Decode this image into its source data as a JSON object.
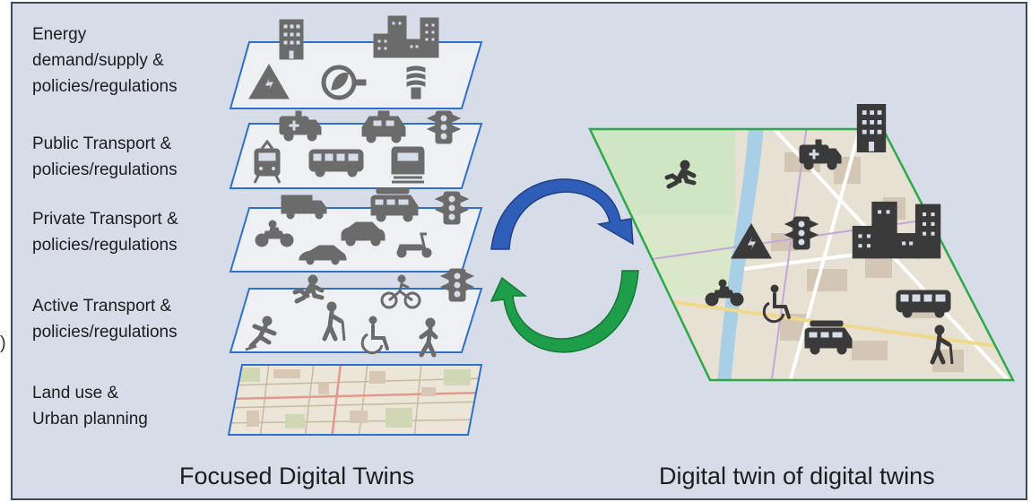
{
  "layers": [
    {
      "label_line1": "Energy",
      "label_line2": "demand/supply &",
      "label_line3": "policies/regulations"
    },
    {
      "label_line1": "Public Transport &",
      "label_line2": "policies/regulations"
    },
    {
      "label_line1": "Private Transport &",
      "label_line2": "policies/regulations"
    },
    {
      "label_line1": "Active Transport &",
      "label_line2": "policies/regulations"
    },
    {
      "label_line1": "Land use &",
      "label_line2": "Urban planning"
    }
  ],
  "captions": {
    "left": "Focused Digital Twins",
    "right": "Digital twin of digital twins"
  },
  "edge_glyph": ")",
  "colors": {
    "background": "#d7dde8",
    "layer_fill": "#eef0f3",
    "layer_border": "#2e6fd1",
    "icon": "#6b6b6b",
    "icon_dark": "#3a3a3a",
    "arrow_blue": "#2f5eb8",
    "arrow_green": "#1f9e4a",
    "map_border": "#2fa84a"
  },
  "icons": {
    "energy": [
      "building-icon",
      "buildings-cluster-icon",
      "power-warning-icon",
      "eco-plug-icon",
      "bulb-icon"
    ],
    "public_transport": [
      "ambulance-icon",
      "taxi-icon",
      "traffic-light-icon",
      "tram-icon",
      "bus-icon",
      "train-icon"
    ],
    "private_transport": [
      "truck-icon",
      "van-icon",
      "traffic-light-icon",
      "motorbike-icon",
      "car-icon",
      "sports-car-icon",
      "scooter-icon"
    ],
    "active_transport": [
      "runner-icon",
      "cyclist-icon",
      "traffic-light-icon",
      "skater-icon",
      "elderly-walker-icon",
      "wheelchair-icon",
      "pedestrian-icon"
    ],
    "twin_map": [
      "runner-icon",
      "ambulance-icon",
      "building-icon",
      "power-warning-icon",
      "traffic-light-icon",
      "buildings-cluster-icon",
      "motorbike-icon",
      "wheelchair-icon",
      "bus-icon",
      "van-icon",
      "elderly-walker-icon"
    ]
  }
}
